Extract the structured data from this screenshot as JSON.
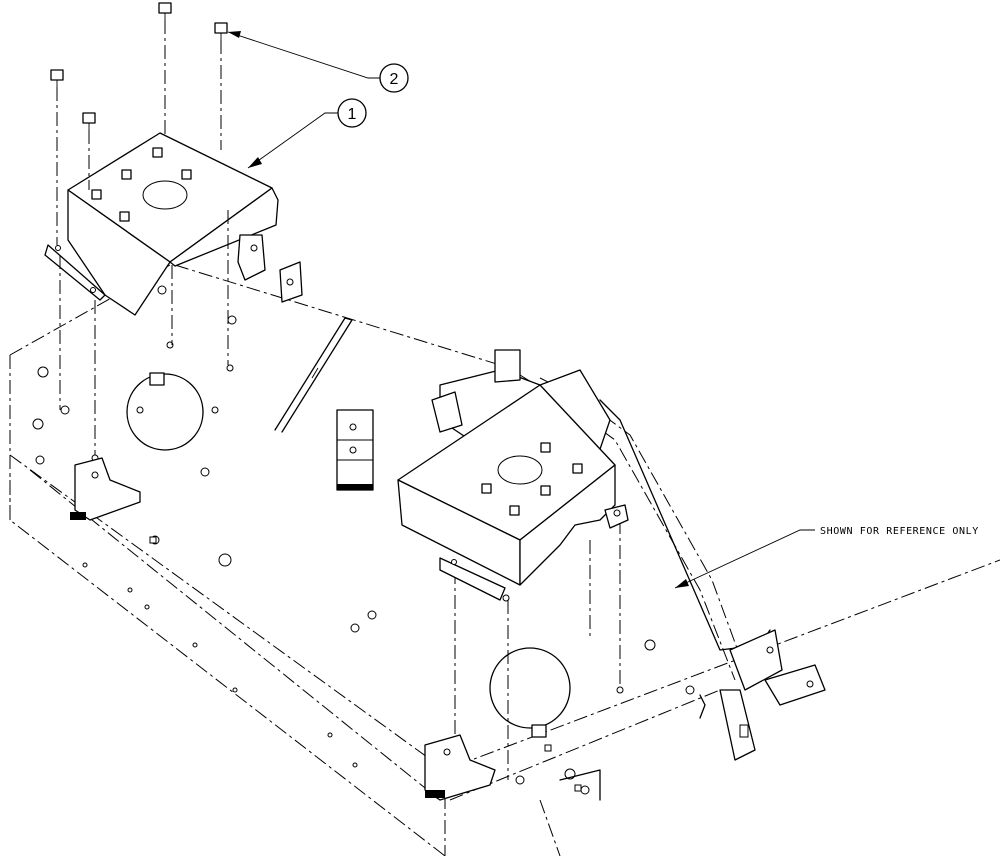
{
  "callouts": [
    {
      "label": "1"
    },
    {
      "label": "2"
    }
  ],
  "note": {
    "text": "SHOWN FOR REFERENCE ONLY"
  }
}
